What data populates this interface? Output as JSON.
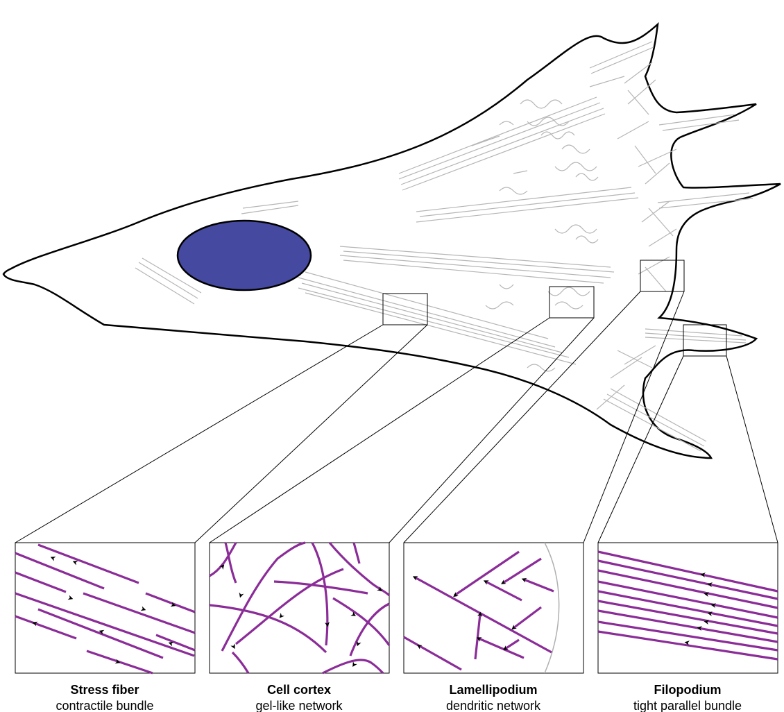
{
  "colors": {
    "outline": "#000000",
    "nucleus": "#4549a0",
    "cell_filaments": "#b5b5b5",
    "actin": "#8b2c98",
    "arrowhead": "#000000",
    "membrane_edge": "#b0b0b0"
  },
  "panels": [
    {
      "id": "stress-fiber",
      "title": "Stress fiber",
      "subtitle": "contractile bundle"
    },
    {
      "id": "cell-cortex",
      "title": "Cell cortex",
      "subtitle": "gel-like network"
    },
    {
      "id": "lamellipodium",
      "title": "Lamellipodium",
      "subtitle": "dendritic network"
    },
    {
      "id": "filopodium",
      "title": "Filopodium",
      "subtitle": "tight parallel bundle"
    }
  ]
}
